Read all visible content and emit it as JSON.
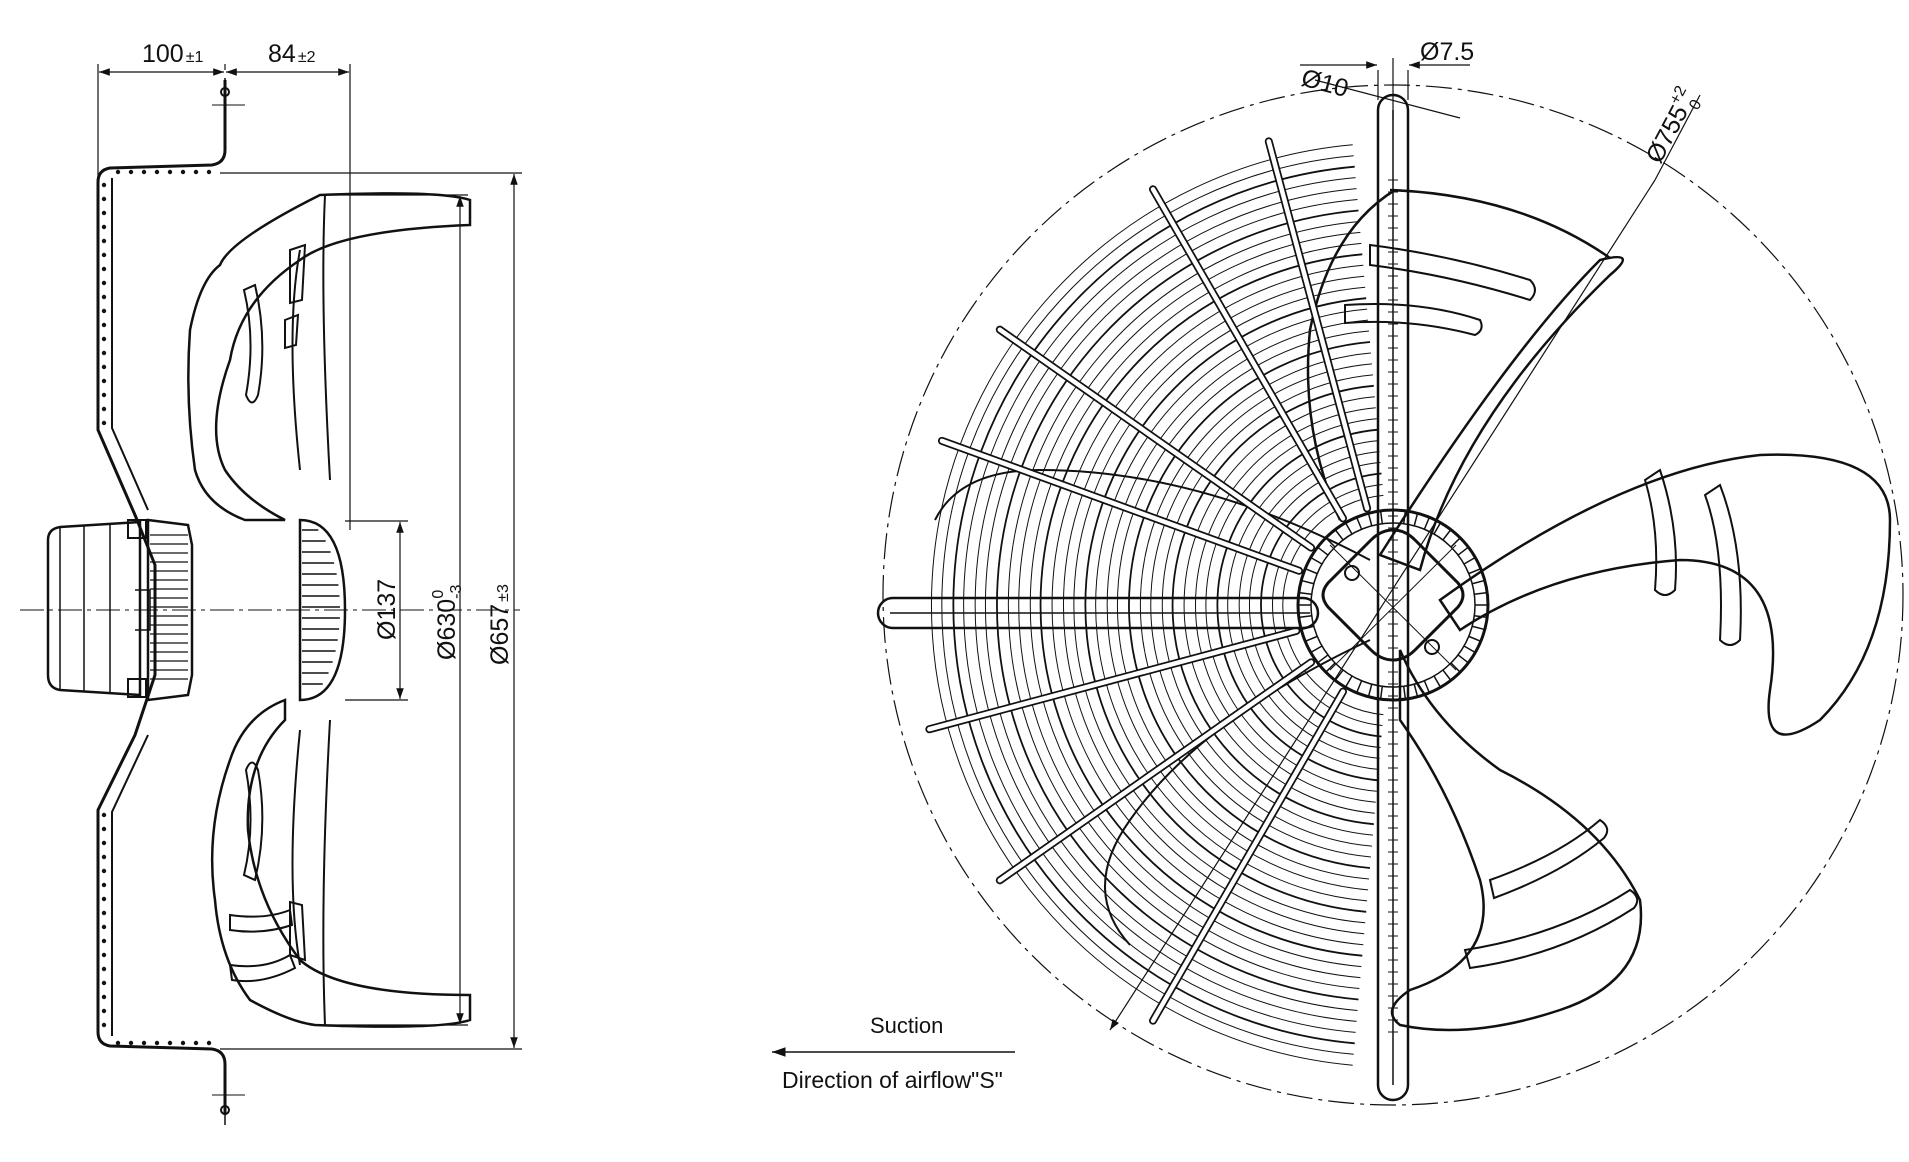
{
  "side_view": {
    "dims": {
      "depth_100": {
        "main": "100",
        "tol": "±1"
      },
      "depth_84": {
        "main": "84",
        "tol": "±2"
      },
      "hub": {
        "main": "Ø137"
      },
      "blade": {
        "main": "Ø630",
        "sub": "-3",
        "sup": "0"
      },
      "housing": {
        "main": "Ø657",
        "tol": "±3"
      }
    }
  },
  "front_view": {
    "dims": {
      "hole_10": "Ø10",
      "hole_75": "Ø7.5",
      "mount": {
        "main": "Ø755",
        "sup": "+2",
        "sub": "0"
      }
    }
  },
  "airflow": {
    "suction_label": "Suction",
    "direction_label": "Direction of airflow\"S\""
  }
}
